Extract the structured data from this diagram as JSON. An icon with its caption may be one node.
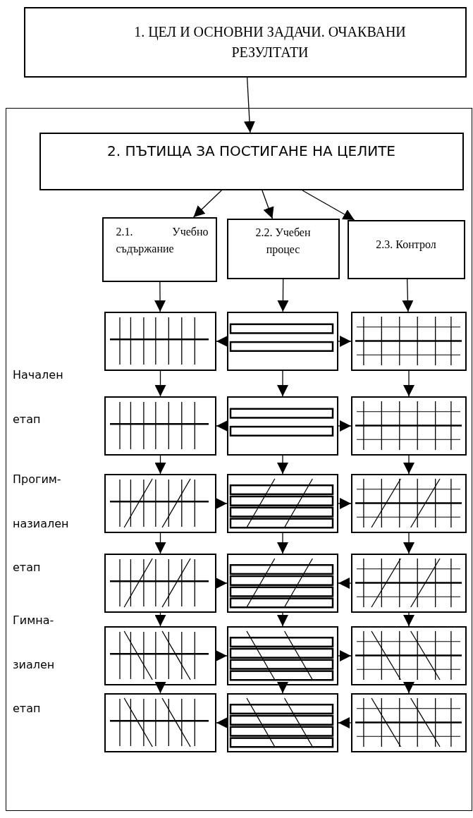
{
  "diagram": {
    "nodes": [
      {
        "text": [
          "1. ЦЕЛ И ОСНОВНИ ЗАДАЧИ. ОЧАКВАНИ РЕЗУЛТАТИ"
        ]
      },
      {
        "text": [],
        "shape": "box"
      },
      {
        "text": [
          "2. ПЪТИЩА ЗА ПОСТИГАНЕ НА ЦЕЛИТЕ"
        ],
        "in": 1
      },
      {
        "text": [
          "2.1. Учебно съдържание"
        ],
        "in": 1
      },
      {
        "text": [
          "2.2. Учебен процес"
        ],
        "in": 1
      },
      {
        "text": [
          "2.3. Контрол"
        ],
        "in": 1
      },
      {
        "text": [],
        "shape": "box",
        "in": 1
      },
      {
        "text": [],
        "shape": "box",
        "in": 1
      },
      {
        "text": [],
        "shape": "box",
        "in": 1
      },
      {
        "text": [],
        "shape": "box",
        "in": 1
      },
      {
        "text": [],
        "shape": "box",
        "in": 1
      },
      {
        "text": [],
        "shape": "box",
        "in": 1
      },
      {
        "text": [],
        "shape": "box",
        "in": 1
      },
      {
        "text": [],
        "shape": "box",
        "in": 1
      },
      {
        "text": [],
        "shape": "box",
        "in": 1
      },
      {
        "text": [],
        "shape": "box",
        "in": 1
      },
      {
        "text": [],
        "shape": "box",
        "in": 1
      },
      {
        "text": [],
        "shape": "box",
        "in": 1
      },
      {
        "text": [],
        "shape": "box",
        "in": 1
      },
      {
        "text": [],
        "shape": "box",
        "in": 1
      },
      {
        "text": [],
        "shape": "box",
        "in": 1
      },
      {
        "text": [],
        "shape": "box",
        "in": 1
      },
      {
        "text": [],
        "shape": "box",
        "in": 1
      },
      {
        "text": [],
        "shape": "box",
        "in": 1
      }
    ],
    "edges": [
      {
        "from": 0,
        "to": 2,
        "arrow": "to"
      },
      {
        "from": 2,
        "to": 3,
        "arrow": "to"
      },
      {
        "from": 2,
        "to": 4,
        "arrow": "to"
      },
      {
        "from": 2,
        "to": 5,
        "arrow": "to"
      },
      {
        "from": 3,
        "to": 6,
        "arrow": "to"
      },
      {
        "from": 4,
        "to": 7,
        "arrow": "to"
      },
      {
        "from": 5,
        "to": 8,
        "arrow": "to"
      },
      {
        "from": 7,
        "to": 6,
        "arrow": "to"
      },
      {
        "from": 7,
        "to": 8,
        "arrow": "to"
      },
      {
        "from": 10,
        "to": 9,
        "arrow": "to"
      },
      {
        "from": 10,
        "to": 11,
        "arrow": "to"
      },
      {
        "from": 12,
        "to": 13,
        "arrow": "to"
      },
      {
        "from": 13,
        "to": 14,
        "arrow": "to"
      },
      {
        "from": 15,
        "to": 16,
        "arrow": "to"
      },
      {
        "from": 17,
        "to": 16,
        "arrow": "to"
      },
      {
        "from": 18,
        "to": 19,
        "arrow": "to"
      },
      {
        "from": 19,
        "to": 20,
        "arrow": "to"
      },
      {
        "from": 22,
        "to": 21,
        "arrow": "to"
      },
      {
        "from": 23,
        "to": 22,
        "arrow": "to"
      },
      {
        "from": 6,
        "to": 9,
        "arrow": "to"
      },
      {
        "from": 9,
        "to": 12,
        "arrow": "to"
      },
      {
        "from": 12,
        "to": 15,
        "arrow": "to"
      },
      {
        "from": 15,
        "to": 18,
        "arrow": "to"
      },
      {
        "from": 18,
        "to": 21,
        "arrow": "to"
      },
      {
        "from": 7,
        "to": 10,
        "arrow": "to"
      },
      {
        "from": 10,
        "to": 13,
        "arrow": "to"
      },
      {
        "from": 13,
        "to": 16,
        "arrow": "to"
      },
      {
        "from": 16,
        "to": 19,
        "arrow": "to"
      },
      {
        "from": 19,
        "to": 22,
        "arrow": "to"
      },
      {
        "from": 8,
        "to": 11,
        "arrow": "to"
      },
      {
        "from": 11,
        "to": 14,
        "arrow": "to"
      },
      {
        "from": 14,
        "to": 17,
        "arrow": "to"
      },
      {
        "from": 17,
        "to": 20,
        "arrow": "to"
      },
      {
        "from": 20,
        "to": 23,
        "arrow": "to"
      }
    ],
    "labels": [
      "Начален",
      "етап",
      "Прогим-",
      "назиален",
      "етап",
      "Гимна-",
      "зиален",
      "етап"
    ]
  }
}
